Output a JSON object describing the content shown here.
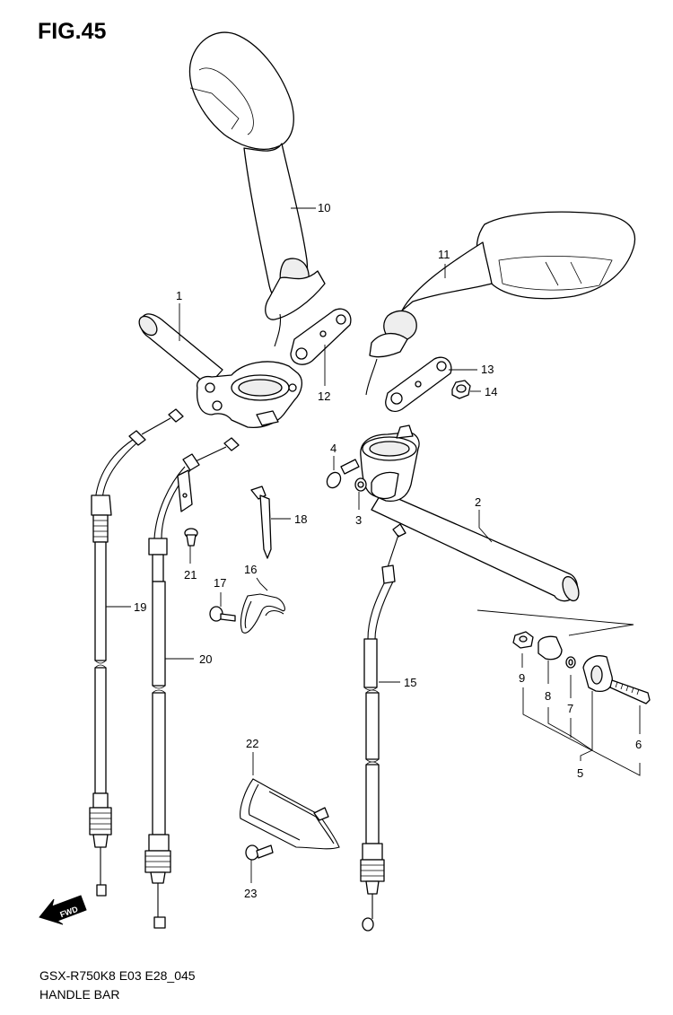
{
  "figure": {
    "title": "FIG.45",
    "model_code": "GSX-R750K8 E03 E28_045",
    "subtitle": "HANDLE BAR",
    "direction_marker": "FWD"
  },
  "callouts": [
    "1",
    "2",
    "3",
    "4",
    "5",
    "6",
    "7",
    "8",
    "9",
    "10",
    "11",
    "12",
    "13",
    "14",
    "15",
    "16",
    "17",
    "18",
    "19",
    "20",
    "21",
    "22",
    "23"
  ]
}
